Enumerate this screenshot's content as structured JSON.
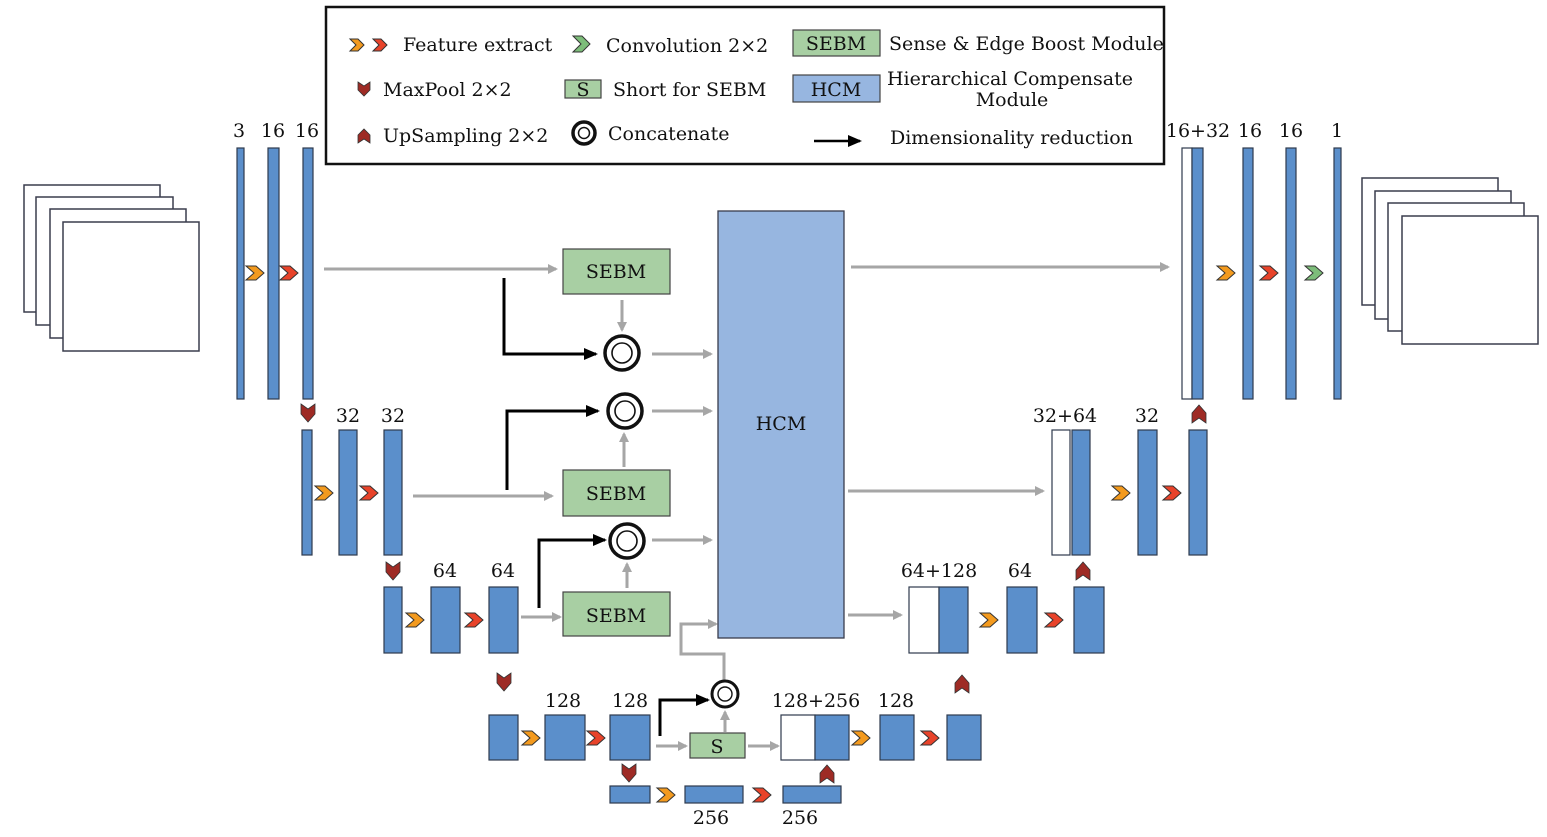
{
  "colors": {
    "feature_blue": "#5b8fcb",
    "hcm_blue": "#97b6e0",
    "sebm_green": "#a8cfa3",
    "arrow_gray": "#a6a6a6",
    "arrow_black": "#000000",
    "feat_orange": "#f39a1e",
    "feat_red": "#e8432a",
    "pool_darkred": "#9e2b25",
    "conv_green": "#7dbd7a"
  },
  "legend": {
    "feature_extract": "Feature extract",
    "convolution": "Convolution 2×2",
    "sebm_box": "SEBM",
    "sebm_desc": "Sense & Edge Boost Module",
    "maxpool": "MaxPool 2×2",
    "s_box": "S",
    "s_desc": "Short for SEBM",
    "hcm_box": "HCM",
    "hcm_desc_line1": "Hierarchical Compensate",
    "hcm_desc_line2": "Module",
    "upsampling": "UpSampling 2×2",
    "concatenate": "Concatenate",
    "dim_reduction": "Dimensionality reduction"
  },
  "modules": {
    "sebm1": "SEBM",
    "sebm2": "SEBM",
    "sebm3": "SEBM",
    "s": "S",
    "hcm": "HCM"
  },
  "channels": {
    "enc1": [
      "3",
      "16",
      "16"
    ],
    "enc2": [
      "32",
      "32"
    ],
    "enc3": [
      "64",
      "64"
    ],
    "enc4": [
      "128",
      "128"
    ],
    "bottleneck": [
      "256",
      "256"
    ],
    "dec4": [
      "128+256",
      "128"
    ],
    "dec3": [
      "64+128",
      "64"
    ],
    "dec2": [
      "32+64",
      "32"
    ],
    "dec1": [
      "16+32",
      "16",
      "16",
      "1"
    ]
  }
}
